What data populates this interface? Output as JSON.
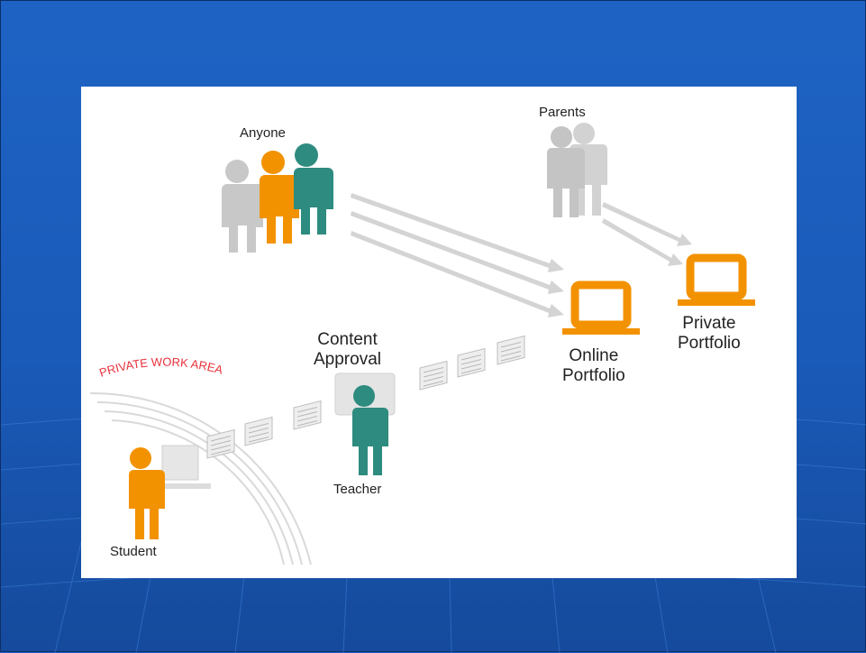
{
  "labels": {
    "anyone": "Anyone",
    "parents": "Parents",
    "content_approval": "Content\nApproval",
    "online_portfolio": "Online\nPortfolio",
    "private_portfolio": "Private\nPortfolio",
    "teacher": "Teacher",
    "student": "Student",
    "private_work_area": "PRIVATE WORK AREA"
  },
  "colors": {
    "background": "#1e63c4",
    "orange": "#f39200",
    "teal": "#2e8b7f",
    "gray_person": "#c8c8c8",
    "red_text": "#e8323c"
  }
}
